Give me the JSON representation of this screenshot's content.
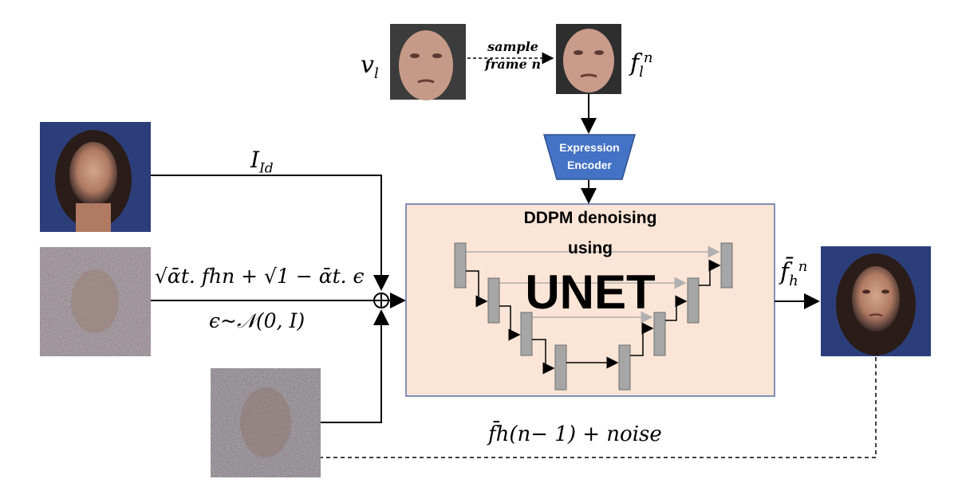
{
  "top": {
    "input_video_label": "v",
    "input_video_sub": "l",
    "sample_line1": "sample",
    "sample_line2": "frame n",
    "sampled_frame_label": "f",
    "sampled_frame_sub": "l",
    "sampled_frame_sup": "n"
  },
  "encoder": {
    "line1": "Expression",
    "line2": "Encoder",
    "fill": "#4472c4"
  },
  "left": {
    "identity_label": "I",
    "identity_sub": "Id",
    "noisy_formula": "√ᾱt. fhn + √1 − ᾱt. ϵ",
    "noise_dist": "ϵ~𝒩(0, I)"
  },
  "center": {
    "title_line1": "DDPM denoising",
    "title_line2": "using",
    "unet_label": "UNET",
    "box_fill": "#fbe5d6",
    "box_border": "#5b6ea8"
  },
  "right": {
    "output_label": "f̄",
    "output_sub": "h",
    "output_sup": "n"
  },
  "bottom": {
    "feedback_label": "f̄h(n− 1) + noise"
  }
}
